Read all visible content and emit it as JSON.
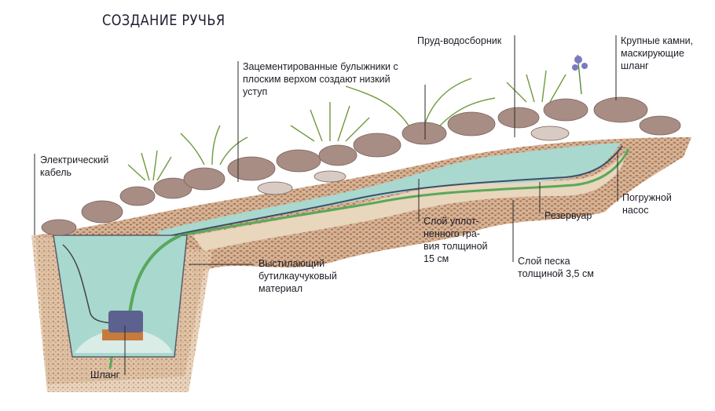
{
  "title": "СОЗДАНИЕ РУЧЬЯ",
  "labels": {
    "boulders": "Зацементированные булыжники с\nплоским верхом создают низкий\nуступ",
    "pond": "Пруд-водосборник",
    "large_stones": "Крупные камни,\nмаскирующие\nшланг",
    "cable": "Электрический\nкабель",
    "pump": "Погружной\nнасос",
    "reservoir": "Резервуар",
    "gravel": "Слой уплот-\nненного гра-\nвия толщиной\n15 см",
    "sand": "Слой песка\nтолщиной 3,5 см",
    "liner": "Выстилающий\nбутилкаучуковый\nматериал",
    "hose": "Шланг"
  },
  "colors": {
    "water": "#a9d8cf",
    "water_dark": "#6fbfb3",
    "soil": "#d9b99a",
    "soil_dots": "#b98d6a",
    "gravel": "#c79a78",
    "sand": "#e8d6bd",
    "stone": "#a88d84",
    "stone_light": "#d8cbc4",
    "foliage": "#7fae4a",
    "foliage_light": "#b9d36a",
    "hose": "#5aa85a",
    "pump": "#5c6190",
    "pump_base": "#c87a3c",
    "iris": "#7c78c4",
    "text": "#1c1c26"
  }
}
